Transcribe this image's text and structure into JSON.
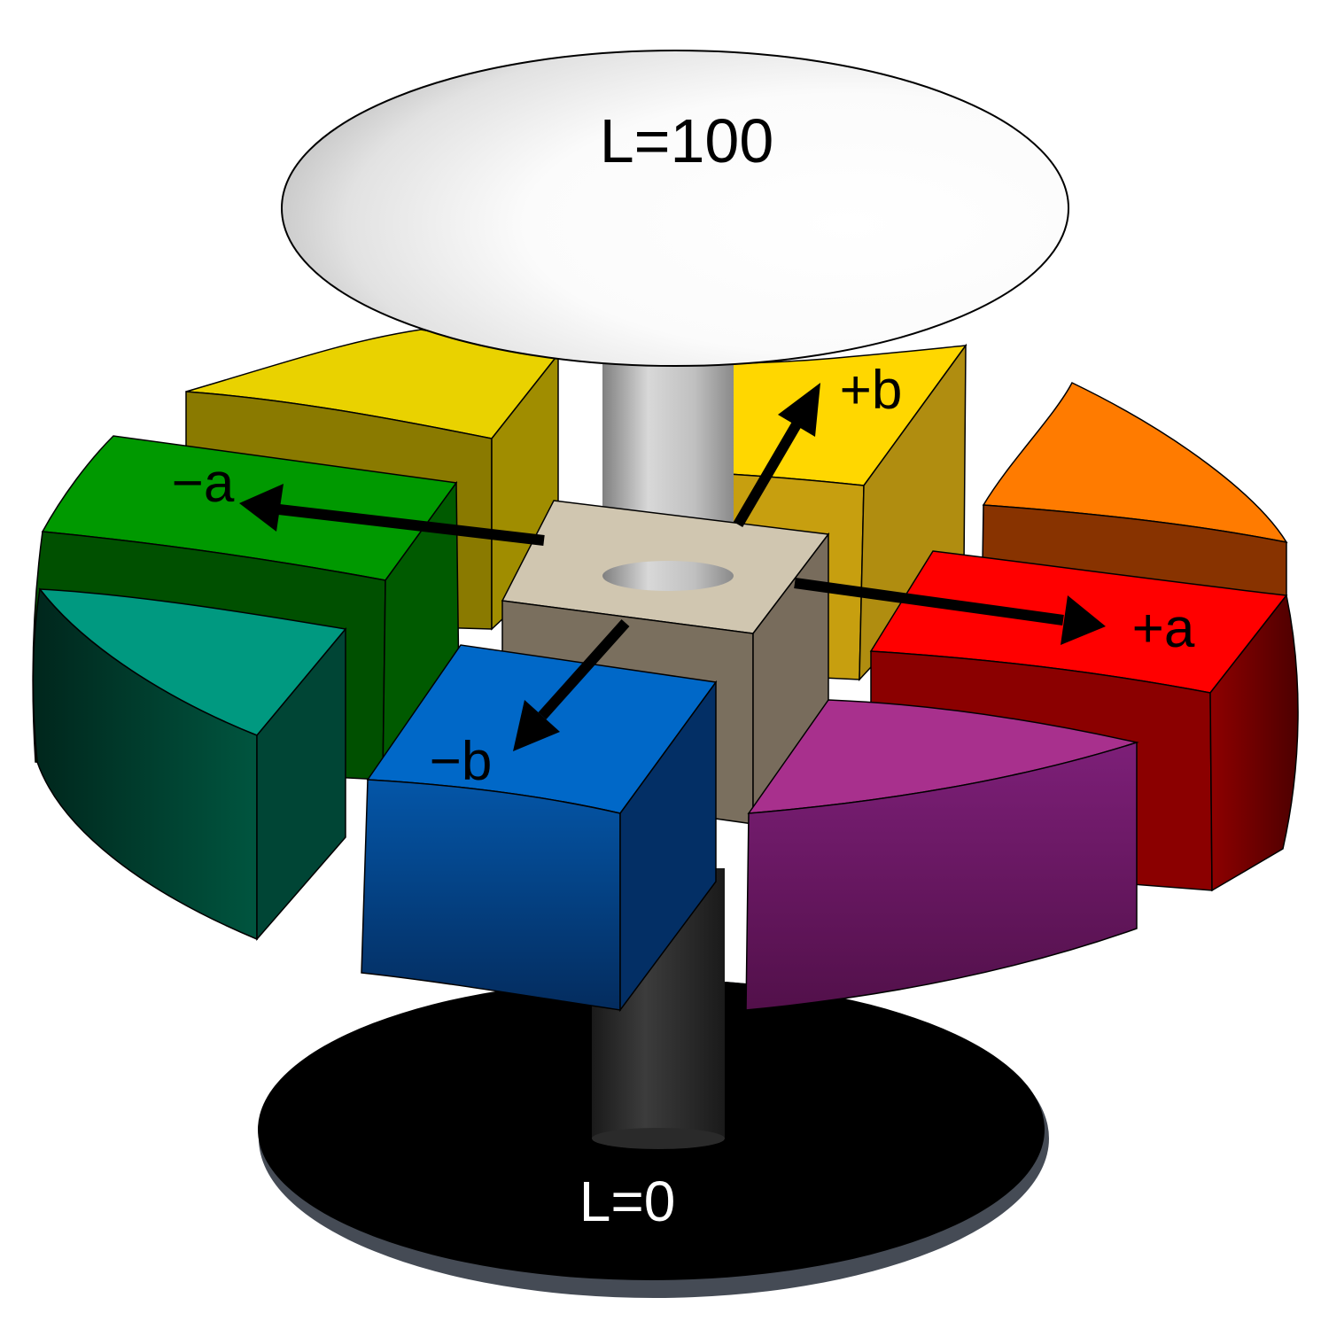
{
  "labels": {
    "top": "L=100",
    "bottom": "L=0",
    "plus_b": "+b",
    "minus_a": "−a",
    "plus_a": "+a",
    "minus_b": "−b"
  },
  "colors": {
    "yellow_top": "#E9D200",
    "yellow_front": "#8A7A00",
    "gold_top": "#FFD700",
    "gold_side": "#C79F0F",
    "orange_top": "#FF7B00",
    "orange_side": "#883300",
    "red_top": "#FF0000",
    "red_side": "#8B0000",
    "purple": "#8E2580",
    "blue": "#0068C8",
    "green_top": "#009900",
    "green_side": "#005000",
    "teal": "#009980",
    "center": "#D0C6B0",
    "white_disc": "#FFFFFF",
    "black_disc": "#000000"
  }
}
